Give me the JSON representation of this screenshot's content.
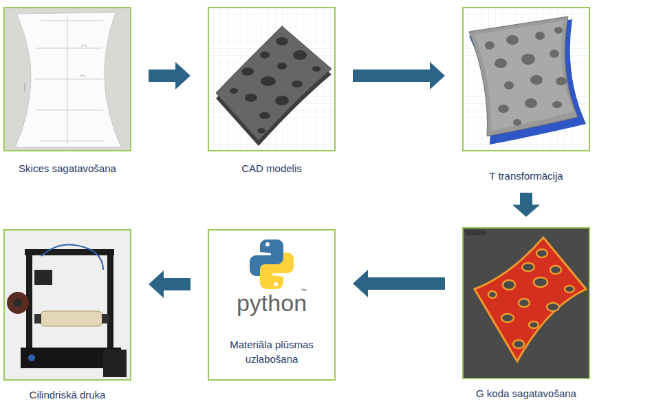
{
  "diagram": {
    "nodes": [
      {
        "text": [
          "Skices sagatavošana"
        ]
      },
      {
        "text": [
          "CAD modelis"
        ]
      },
      {
        "text": [
          "T transformācija"
        ]
      },
      {
        "text": [
          "G koda sagatavošana"
        ]
      },
      {
        "text": [
          "python",
          "Materiāla plūsmas uzlabošana"
        ]
      },
      {
        "text": [
          "Cilindriskā druka"
        ]
      }
    ],
    "edges": [
      {
        "from": 0,
        "to": 1,
        "arrow": "to"
      },
      {
        "from": 1,
        "to": 2,
        "arrow": "to"
      },
      {
        "from": 2,
        "to": 3,
        "arrow": "to"
      },
      {
        "from": 3,
        "to": 4,
        "arrow": "to"
      },
      {
        "from": 4,
        "to": 5,
        "arrow": "to"
      }
    ],
    "labels": [
      "™"
    ]
  }
}
